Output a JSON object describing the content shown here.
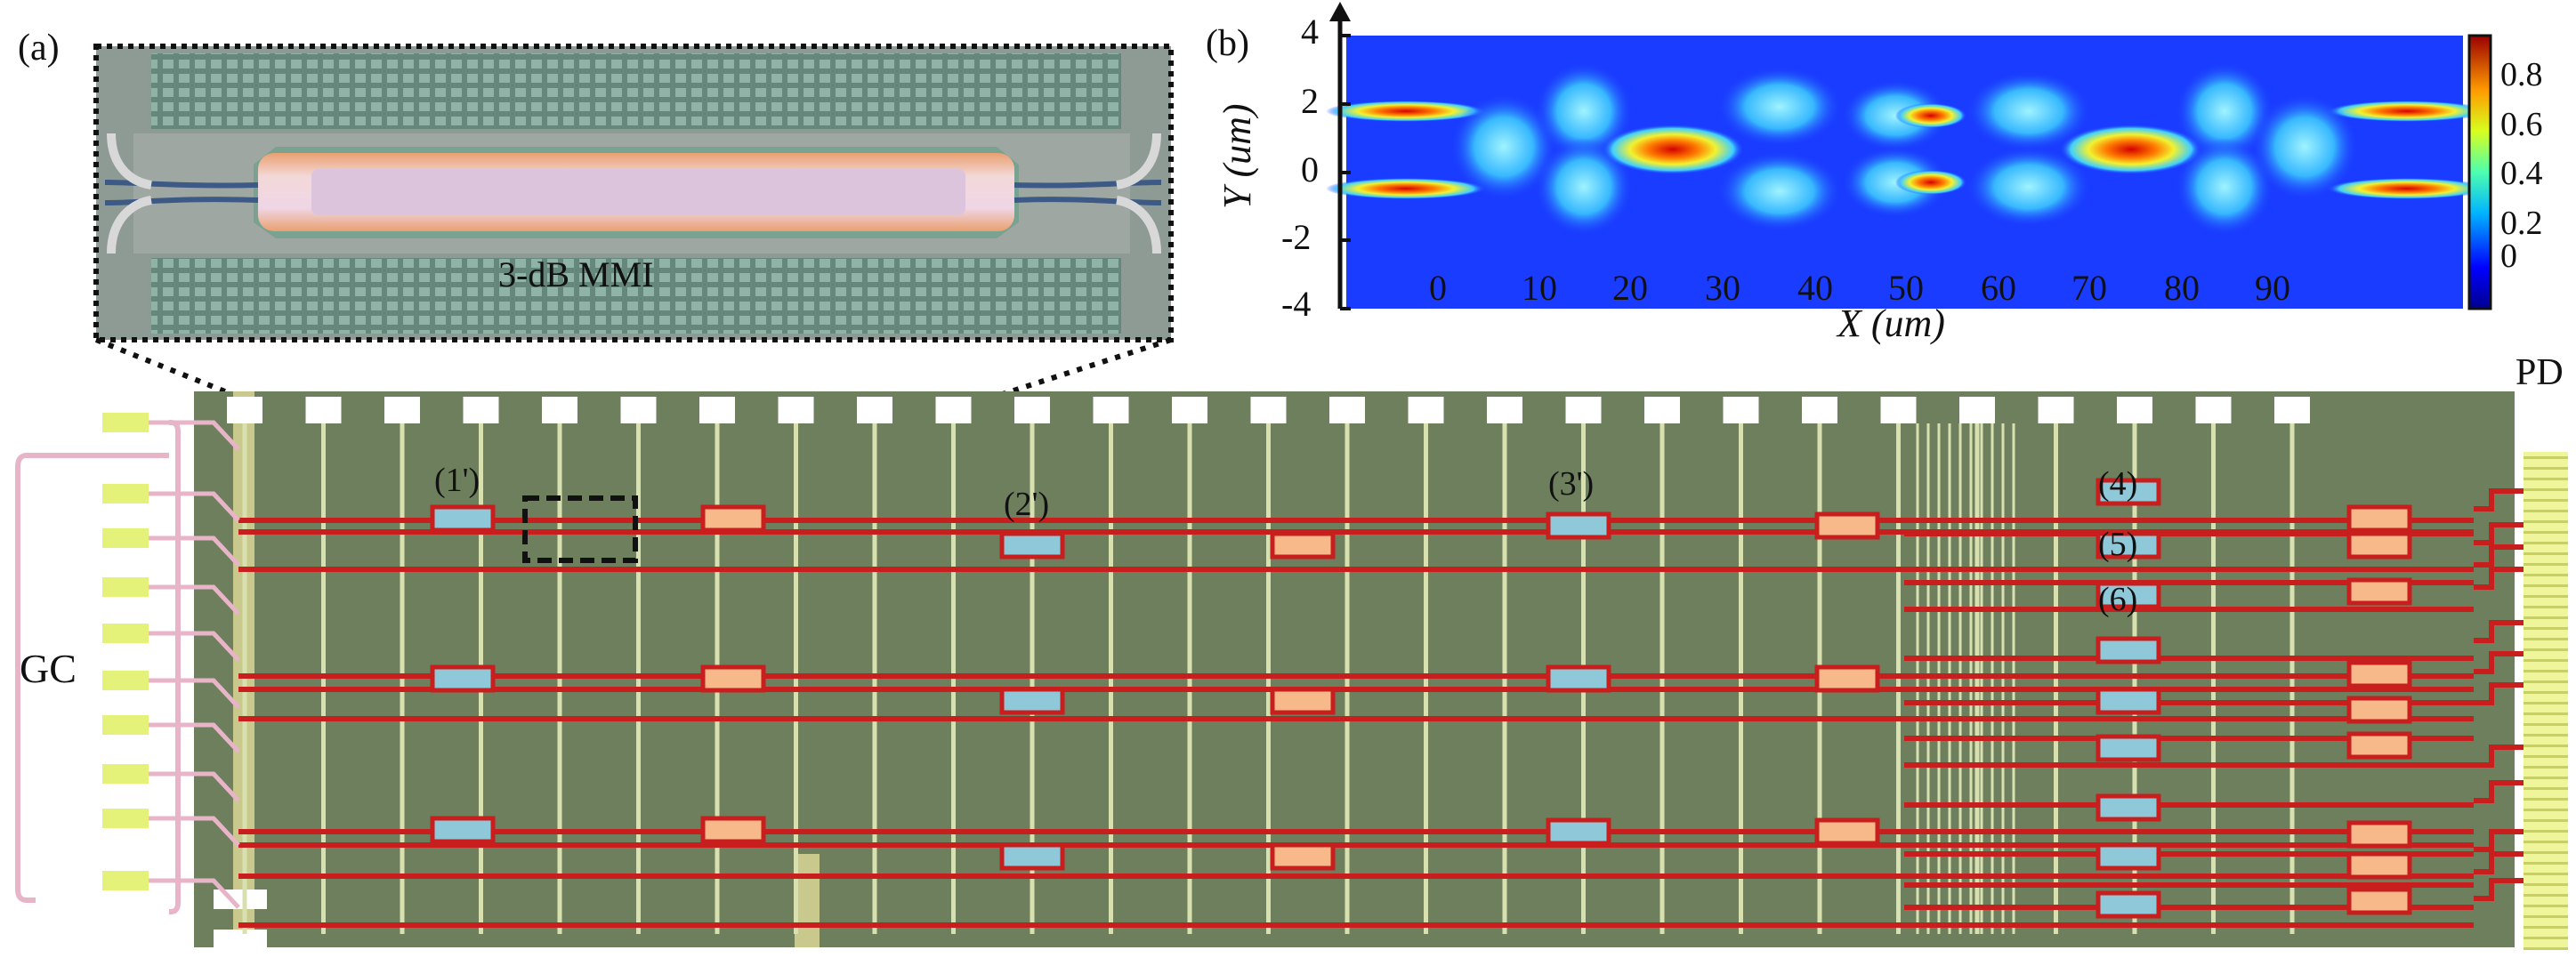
{
  "panel_a": {
    "label": "(a)",
    "mmi_label": "3-dB MMI"
  },
  "panel_b": {
    "label": "(b)",
    "y_axis_label": "Y (um)",
    "x_axis_label": "X (um)",
    "y_ticks": [
      "4",
      "2",
      "0",
      "-2",
      "-4"
    ],
    "x_ticks": [
      "0",
      "10",
      "20",
      "30",
      "40",
      "50",
      "60",
      "70",
      "80",
      "90"
    ],
    "colorbar_ticks": [
      "0.8",
      "0.6",
      "0.4",
      "0.2",
      "0"
    ]
  },
  "chip": {
    "gc_label": "GC",
    "pd_label": "PD",
    "ring_labels": [
      "(1')",
      "(2')",
      "(3')",
      "(4)",
      "(5)",
      "(6)"
    ]
  },
  "colors": {
    "waveguide": "#c81e1e",
    "chip_background": "#6e7f5e",
    "blue_heater": "#8fc8d8",
    "orange_heater": "#f7b98a",
    "gc_pad": "#e4f27a",
    "trace": "#d9e0b0"
  }
}
